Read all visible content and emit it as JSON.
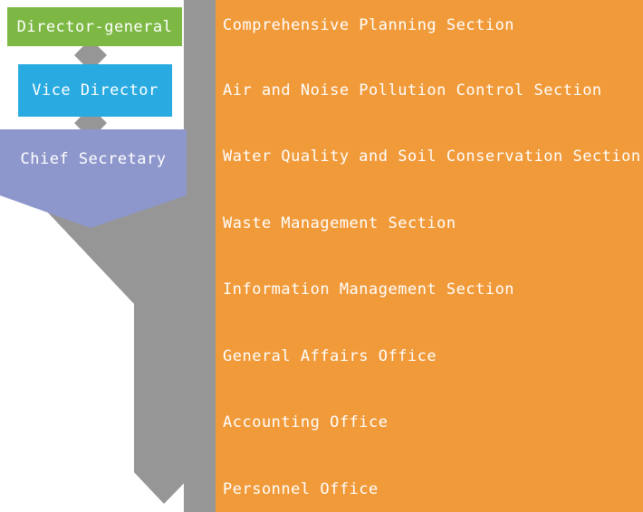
{
  "diagram": {
    "kind": "organization-chart",
    "roles": [
      "Director-general",
      "Vice Director",
      "Chief Secretary"
    ],
    "sections": [
      "Comprehensive Planning Section",
      "Air and Noise Pollution Control Section",
      "Water Quality and Soil Conservation Section",
      "Waste Management Section",
      "Information Management Section",
      "General Affairs Office",
      "Accounting Office",
      "Personnel Office"
    ],
    "colors": {
      "orange_panel": "#f19a3a",
      "connector_gray": "#969696",
      "director_green": "#7cb843",
      "vice_blue": "#29abe2",
      "secretary_purple": "#8e97cc",
      "label_text": "#ffffff"
    }
  }
}
